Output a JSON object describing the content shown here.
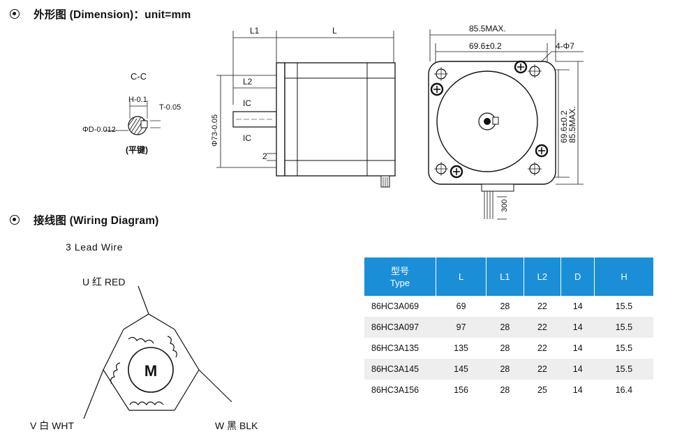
{
  "sections": {
    "dimension_title": "外形图 (Dimension)：unit=mm",
    "wiring_title": "接线图 (Wiring Diagram)"
  },
  "section_view": {
    "title": "C-C",
    "h_label": "H-0.1",
    "t_label": "T-0.05",
    "d_label": "ΦD-0.012",
    "key_note": "(平键)"
  },
  "side_view": {
    "l1": "L1",
    "l": "L",
    "l2": "L2",
    "ic_top": "IC",
    "ic_bottom": "IC",
    "two": "2",
    "pilot": "Φ73-0.05"
  },
  "front_view": {
    "width_max": "85.5MAX.",
    "hole_pitch": "69.6±0.2",
    "holes": "4-Φ7",
    "vpitch": "69.6±0.2",
    "vmax": "85.5MAX.",
    "lead_len": "300"
  },
  "wiring": {
    "subtitle": "3 Lead Wire",
    "u": "U 红 RED",
    "v": "V 白 WHT",
    "w": "W 黑 BLK",
    "motor": "M"
  },
  "table": {
    "headers": [
      {
        "zh": "型号",
        "en": "Type"
      },
      {
        "zh": "L",
        "en": ""
      },
      {
        "zh": "L1",
        "en": ""
      },
      {
        "zh": "L2",
        "en": ""
      },
      {
        "zh": "D",
        "en": ""
      },
      {
        "zh": "H",
        "en": ""
      }
    ],
    "rows": [
      [
        "86HC3A069",
        "69",
        "28",
        "22",
        "14",
        "15.5"
      ],
      [
        "86HC3A097",
        "97",
        "28",
        "22",
        "14",
        "15.5"
      ],
      [
        "86HC3A135",
        "135",
        "28",
        "22",
        "14",
        "15.5"
      ],
      [
        "86HC3A145",
        "145",
        "28",
        "22",
        "14",
        "15.5"
      ],
      [
        "86HC3A156",
        "156",
        "28",
        "25",
        "14",
        "16.4"
      ]
    ]
  }
}
